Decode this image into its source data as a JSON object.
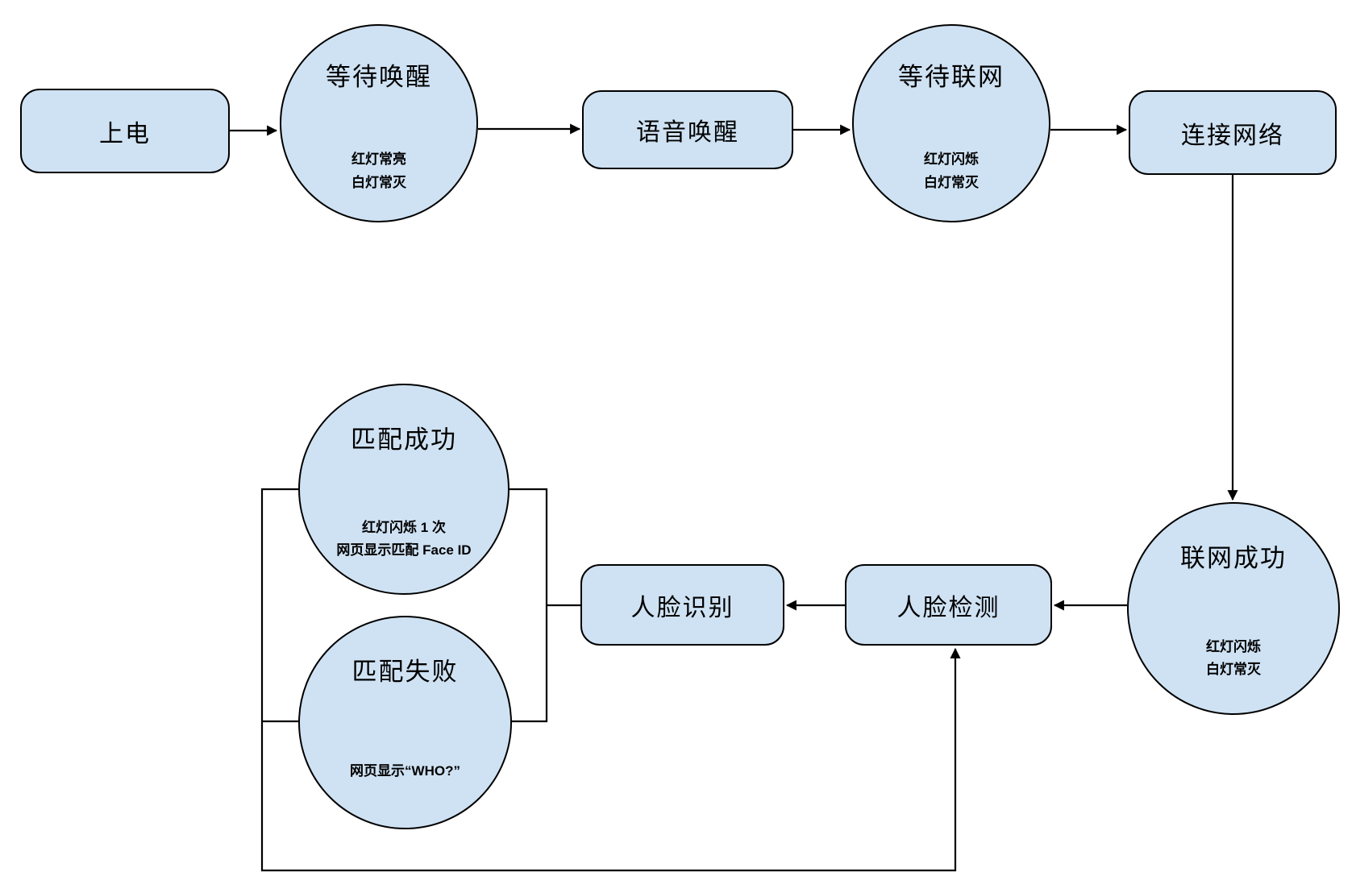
{
  "colors": {
    "background": "#ffffff",
    "node_fill": "#cfe2f3",
    "node_border": "#000000",
    "connector": "#000000"
  },
  "nodes": {
    "power_on": {
      "label": "上电"
    },
    "wait_wake": {
      "title": "等待唤醒",
      "sub": [
        "红灯常亮",
        "白灯常灭"
      ]
    },
    "voice_wake": {
      "label": "语音唤醒"
    },
    "wait_network": {
      "title": "等待联网",
      "sub": [
        "红灯闪烁",
        "白灯常灭"
      ]
    },
    "connect_network": {
      "label": "连接网络"
    },
    "network_success": {
      "title": "联网成功",
      "sub": [
        "红灯闪烁",
        "白灯常灭"
      ]
    },
    "face_detect": {
      "label": "人脸检测"
    },
    "face_recognize": {
      "label": "人脸识别"
    },
    "match_success": {
      "title": "匹配成功",
      "sub": [
        "红灯闪烁 1 次",
        "网页显示匹配 Face ID"
      ]
    },
    "match_fail": {
      "title": "匹配失败",
      "sub": [
        "网页显示“WHO?”"
      ]
    }
  }
}
